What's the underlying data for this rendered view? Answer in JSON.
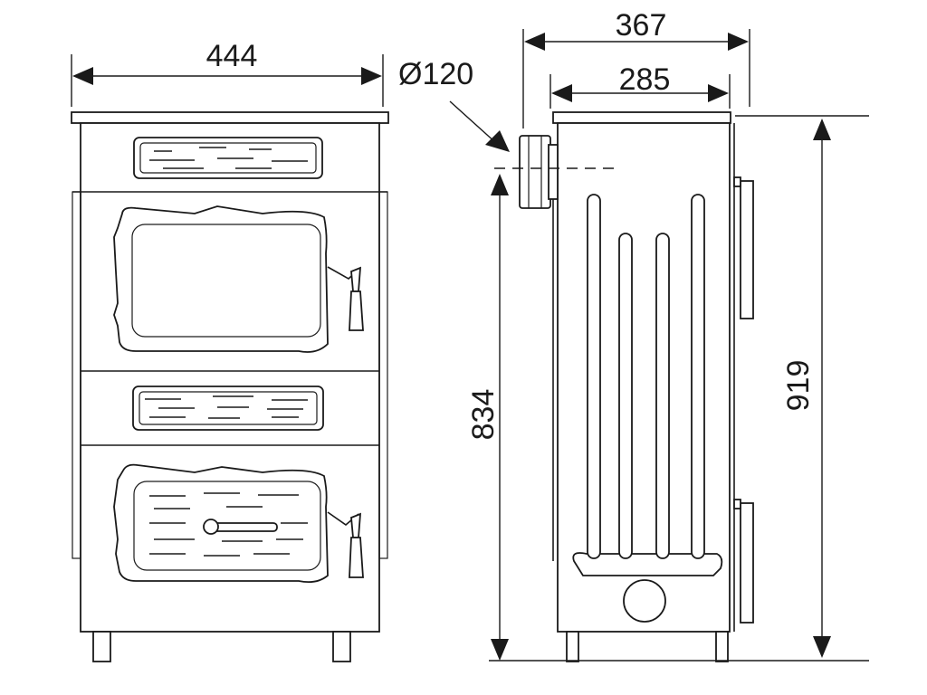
{
  "dimensions": {
    "front_width": "444",
    "flue_diameter": "Ø120",
    "side_depth_total": "367",
    "side_depth_body": "285",
    "flue_height": "834",
    "total_height": "919"
  }
}
